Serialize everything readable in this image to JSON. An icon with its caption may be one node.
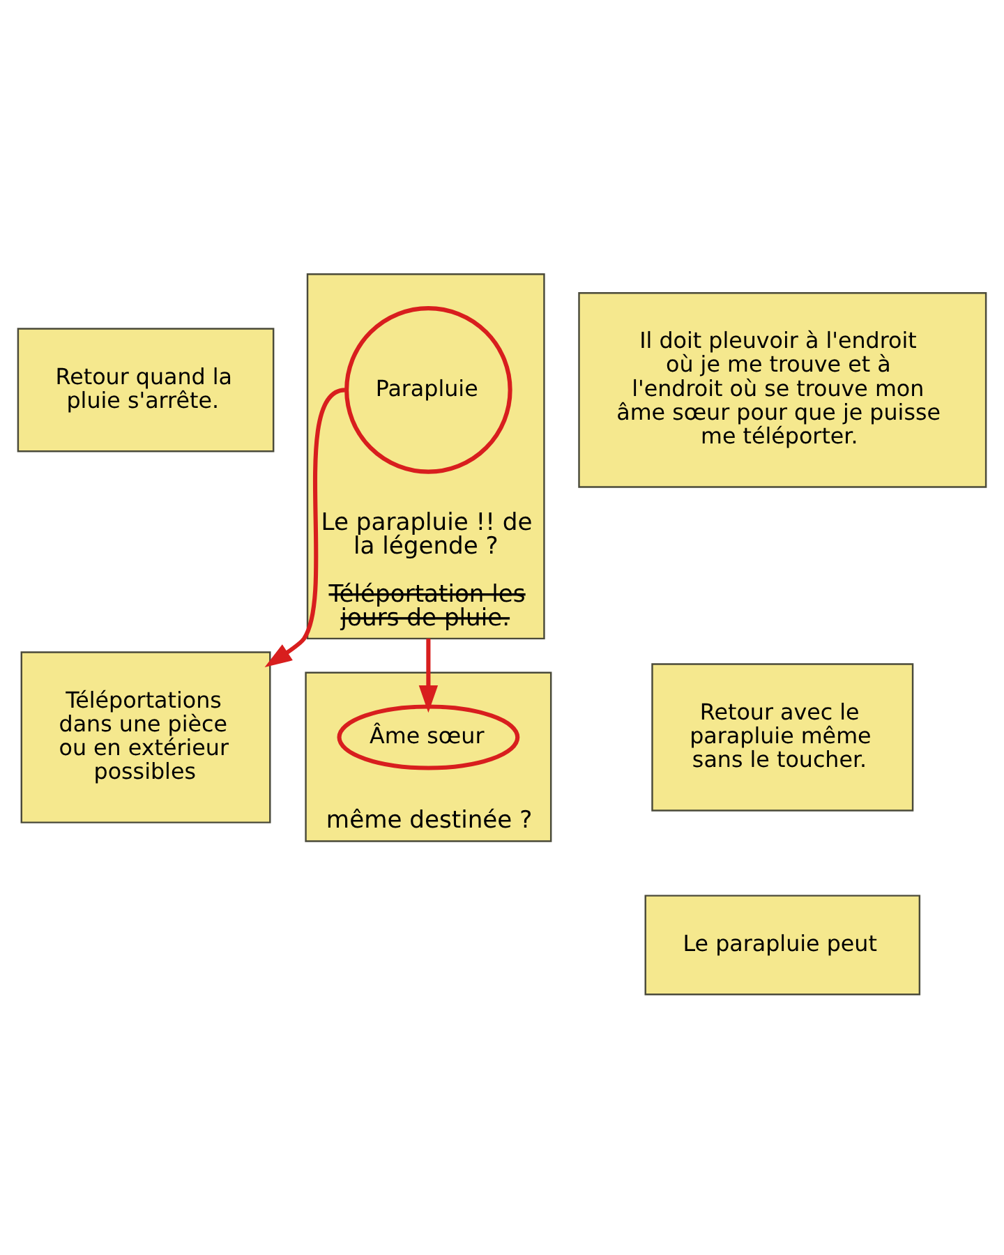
{
  "diagram": {
    "nodes": [
      {
        "text": [
          "Retour quand la pluie s'arrête."
        ]
      },
      {
        "text": [
          "Il doit pleuvoir à l'endroit où je me trouve et à l'endroit où se trouve mon âme sœur pour que je puisse me téléporter."
        ]
      },
      {
        "text": [
          "Téléportations dans une pièce ou en extérieur possibles"
        ]
      },
      {
        "text": [
          "Le parapluie !! de la légende ?",
          "Téléportation les jours de pluie."
        ]
      },
      {
        "text": [
          "Parapluie"
        ],
        "in": 3
      },
      {
        "text": [
          "Retour avec le parapluie même sans le toucher."
        ]
      },
      {
        "text": [
          "même destinée ?"
        ]
      },
      {
        "text": [
          "Âme sœur"
        ],
        "in": 6
      },
      {
        "text": [
          "Le parapluie peut"
        ]
      }
    ],
    "edges": [
      {
        "from": 4,
        "to": 2,
        "arrow": "to"
      },
      {
        "from": 3,
        "to": 7,
        "arrow": "to"
      }
    ]
  }
}
